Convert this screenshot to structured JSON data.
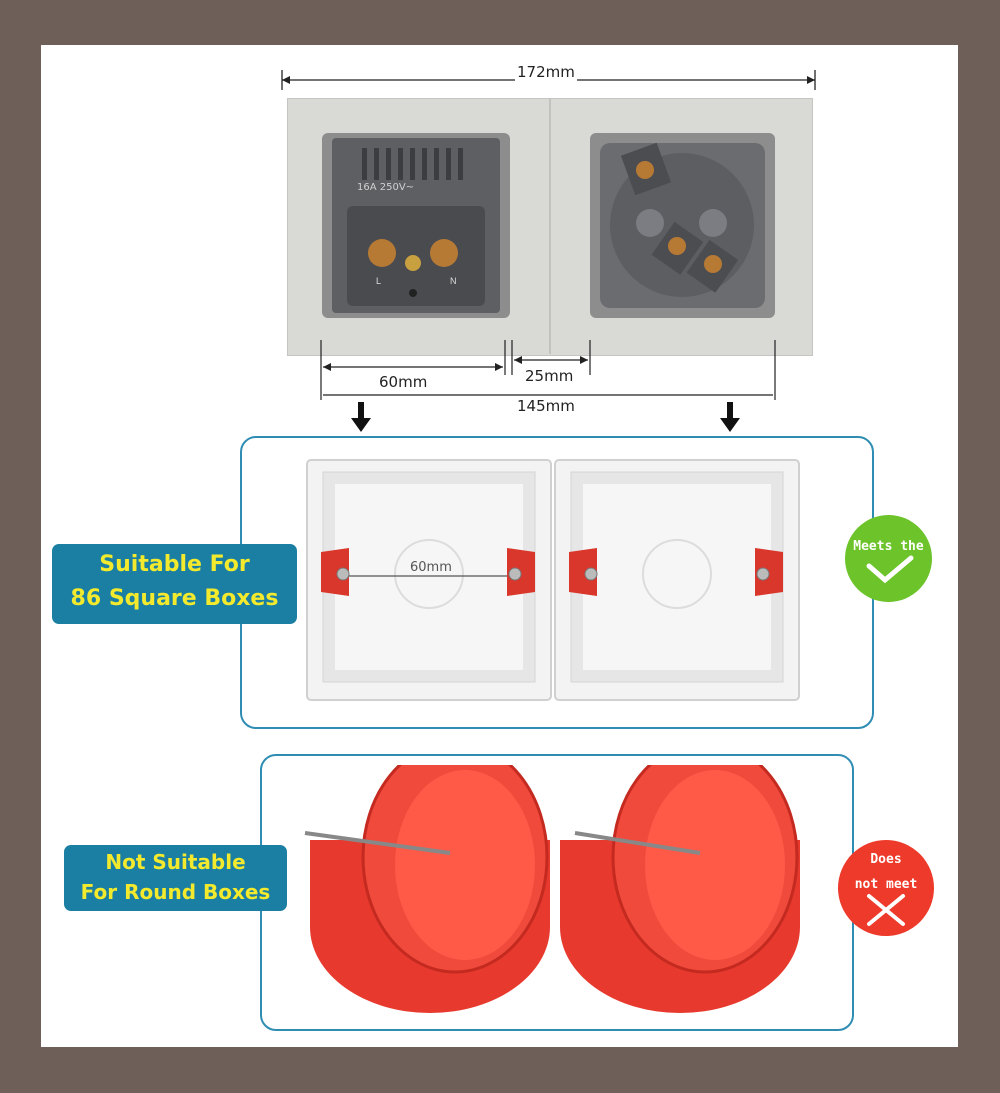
{
  "dimensions": {
    "total_width": "172mm",
    "box_width": "60mm",
    "gap": "25mm",
    "center_distance": "145mm",
    "inner_box_label": "60mm"
  },
  "socket_left": {
    "rating": "16A 250V~",
    "terminal_left": "L",
    "terminal_right": "N"
  },
  "square_section": {
    "label_line1": "Suitable For",
    "label_line2": "86 Square Boxes",
    "badge_text": "Meets the"
  },
  "round_section": {
    "label_line1": "Not Suitable",
    "label_line2": "For Round Boxes",
    "badge_line1": "Does",
    "badge_line2": "not meet"
  },
  "colors": {
    "background": "#6e5f58",
    "accent_blue": "#1a7fa3",
    "label_yellow": "#f3ea2d",
    "ok_green": "#6cc32a",
    "fail_red": "#ee3a2a",
    "box_red": "#e8392e"
  }
}
